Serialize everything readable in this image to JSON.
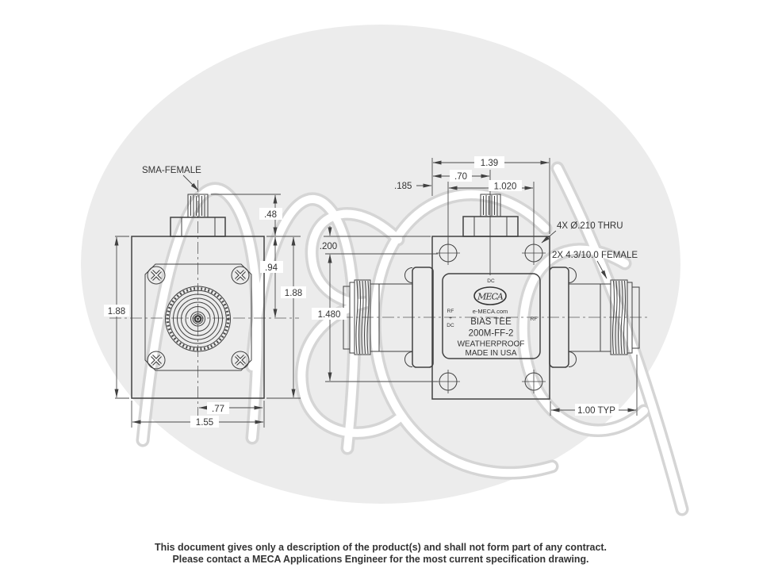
{
  "watermark": {
    "text": "MECA"
  },
  "front_view": {
    "connector_label": "SMA-FEMALE",
    "dims": {
      "height_left": "1.88",
      "connector_height": ".48",
      "center_offset": ".94",
      "height_right": "1.88",
      "half_width": ".77",
      "width": "1.55"
    }
  },
  "side_view": {
    "dims": {
      "width": "1.39",
      "sma_offset": ".70",
      "hole_spacing": "1.020",
      "hole_edge_offset": ".185",
      "hole_top_offset": ".200",
      "hole_vertical_spacing": "1.480",
      "connector_length": "1.00 TYP"
    },
    "notes": {
      "holes": "4X Ø.210 THRU",
      "connectors": "2X 4.3/10.0 FEMALE"
    }
  },
  "device_label": {
    "top_port": "DC",
    "left_port_line1": "RF",
    "left_port_line2": "+",
    "left_port_line3": "DC",
    "right_port": "RF",
    "logo": "MECA",
    "website": "e-MECA.com",
    "product": "BIAS TEE",
    "model": "200M-FF-2",
    "rating": "WEATHERPROOF",
    "origin": "MADE IN USA"
  },
  "footer": {
    "line1": "This document gives only a description of the product(s) and shall not form part of any contract.",
    "line2": "Please contact a MECA Applications Engineer for the most current specification drawing."
  },
  "colors": {
    "line": "#414141",
    "text": "#333333",
    "watermark_fill": "#ececec",
    "watermark_letter": "#ffffff",
    "background": "#ffffff"
  }
}
